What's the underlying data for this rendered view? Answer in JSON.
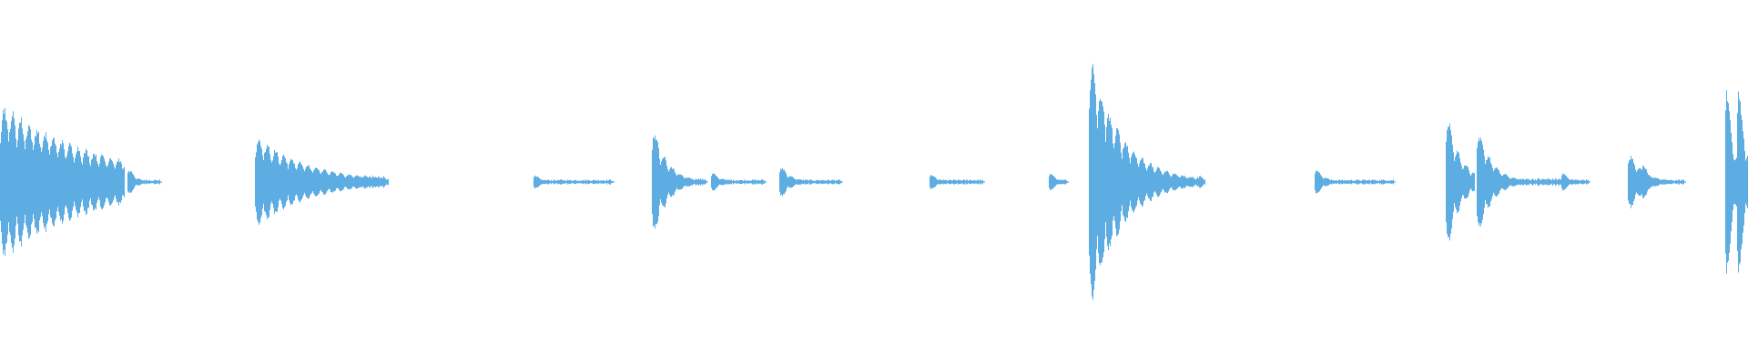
{
  "waveform": {
    "color": "#5dade2",
    "background": "#ffffff",
    "events": [
      {
        "start": 0.0,
        "peak": 0.6,
        "decay": 0.055,
        "tail": 0.07,
        "tailAmp": 0.05
      },
      {
        "start": 0.073,
        "peak": 0.13,
        "decay": 0.004,
        "tail": 0.018,
        "tailAmp": 0.02
      },
      {
        "start": 0.146,
        "peak": 0.36,
        "decay": 0.03,
        "tail": 0.075,
        "tailAmp": 0.05
      },
      {
        "start": 0.305,
        "peak": 0.07,
        "decay": 0.004,
        "tail": 0.045,
        "tailAmp": 0.02
      },
      {
        "start": 0.373,
        "peak": 0.47,
        "decay": 0.008,
        "tail": 0.03,
        "tailAmp": 0.03
      },
      {
        "start": 0.407,
        "peak": 0.09,
        "decay": 0.005,
        "tail": 0.03,
        "tailAmp": 0.02
      },
      {
        "start": 0.446,
        "peak": 0.14,
        "decay": 0.006,
        "tail": 0.035,
        "tailAmp": 0.02
      },
      {
        "start": 0.532,
        "peak": 0.08,
        "decay": 0.004,
        "tail": 0.03,
        "tailAmp": 0.02
      },
      {
        "start": 0.6,
        "peak": 0.09,
        "decay": 0.004,
        "tail": 0.01,
        "tailAmp": 0.02
      },
      {
        "start": 0.623,
        "peak": 1.0,
        "decay": 0.018,
        "tail": 0.065,
        "tailAmp": 0.05
      },
      {
        "start": 0.752,
        "peak": 0.12,
        "decay": 0.005,
        "tail": 0.045,
        "tailAmp": 0.02
      },
      {
        "start": 0.827,
        "peak": 0.56,
        "decay": 0.008,
        "tail": 0.015,
        "tailAmp": 0.03
      },
      {
        "start": 0.845,
        "peak": 0.46,
        "decay": 0.008,
        "tail": 0.05,
        "tailAmp": 0.03
      },
      {
        "start": 0.893,
        "peak": 0.09,
        "decay": 0.004,
        "tail": 0.015,
        "tailAmp": 0.02
      },
      {
        "start": 0.931,
        "peak": 0.25,
        "decay": 0.008,
        "tail": 0.032,
        "tailAmp": 0.02
      },
      {
        "start": 0.939,
        "peak": 0.18,
        "decay": 0.004,
        "tail": 0.01,
        "tailAmp": 0.02
      },
      {
        "start": 0.987,
        "peak": 0.96,
        "decay": 0.004,
        "tail": 0.01,
        "tailAmp": 0.12
      },
      {
        "start": 0.994,
        "peak": 0.96,
        "decay": 0.004,
        "tail": 0.006,
        "tailAmp": 0.12
      }
    ]
  }
}
